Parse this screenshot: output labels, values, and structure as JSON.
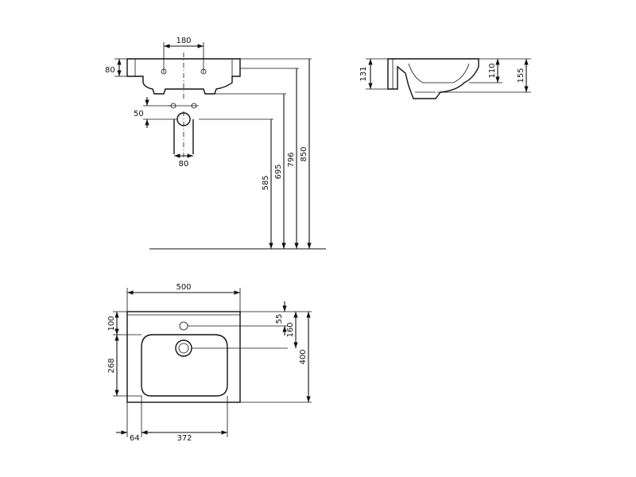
{
  "front_view": {
    "dims": {
      "tap_spacing": "180",
      "rim_height": "80",
      "waste_spacing": "50",
      "waste_width": "80",
      "h585": "585",
      "h695": "695",
      "h796": "796",
      "h850": "850"
    }
  },
  "side_view": {
    "dims": {
      "d131": "131",
      "d110": "110",
      "d155": "155"
    }
  },
  "plan_view": {
    "dims": {
      "width": "500",
      "d55": "55",
      "d160": "160",
      "d400": "400",
      "d100": "100",
      "d268": "268",
      "d64": "64",
      "d372": "372"
    }
  }
}
